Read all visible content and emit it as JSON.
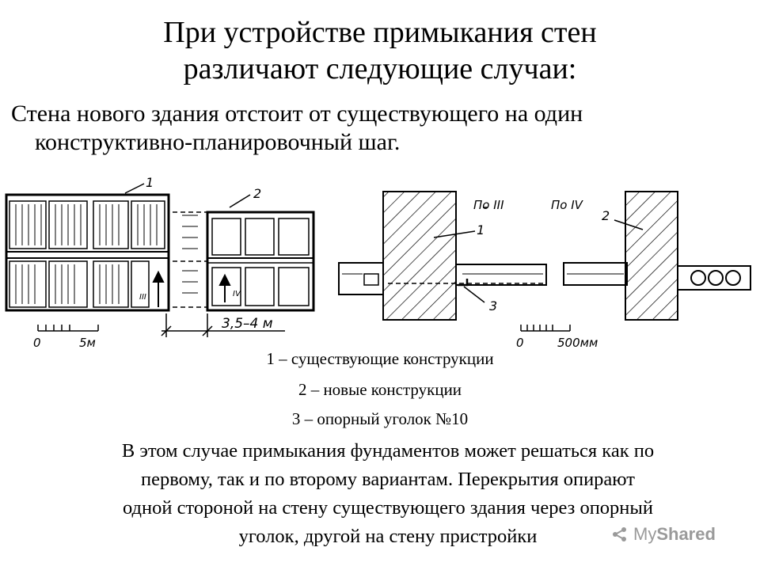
{
  "title": {
    "line1": "При устройстве примыкания стен",
    "line2": "различают следующие случаи:"
  },
  "intro": {
    "line1": "Стена нового здания отстоит от существующего на один",
    "line2": "конструктивно-планировочный шаг."
  },
  "drawing": {
    "plan": {
      "label_1": "1",
      "label_2": "2",
      "section_III": "III",
      "section_IV": "IV",
      "dimension": "3,5–4 м",
      "scale_0": "0",
      "scale_end": "5м"
    },
    "section": {
      "header_III": "По III",
      "header_IV": "По IV",
      "label_1": "1",
      "label_2": "2",
      "label_3": "3",
      "scale_0": "0",
      "scale_end": "500мм"
    }
  },
  "legend": {
    "item1": "1 – существующие конструкции",
    "item2": "2 – новые конструкции",
    "item3": "3 – опорный уголок №10"
  },
  "body": {
    "line1": "В этом случае примыкания фундаментов может решаться как по",
    "line2": "первому, так и по второму вариантам. Перекрытия опирают",
    "line3": "одной стороной на стену существующего здания через опорный",
    "line4": "уголок, другой на стену пристройки"
  },
  "watermark": {
    "brand_left": "My",
    "brand_right": "Shared",
    "icon": "myshared-logo-icon"
  }
}
